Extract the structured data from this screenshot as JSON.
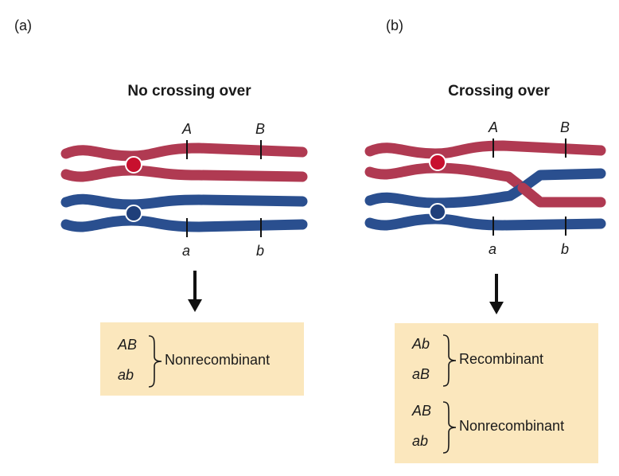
{
  "panels": [
    {
      "letter": "(a)",
      "title": "No crossing over",
      "top_genes": [
        "A",
        "B"
      ],
      "bottom_genes": [
        "a",
        "b"
      ],
      "results": [
        {
          "genotypes": [
            "AB",
            "ab"
          ],
          "label": "Nonrecombinant"
        }
      ]
    },
    {
      "letter": "(b)",
      "title": "Crossing over",
      "top_genes": [
        "A",
        "B"
      ],
      "bottom_genes": [
        "a",
        "b"
      ],
      "results": [
        {
          "genotypes": [
            "Ab",
            "aB"
          ],
          "label": "Recombinant"
        },
        {
          "genotypes": [
            "AB",
            "ab"
          ],
          "label": "Nonrecombinant"
        }
      ]
    }
  ],
  "colors": {
    "red_chromosome": "#b03a52",
    "red_centromere": "#c8102e",
    "blue_chromosome": "#2a4f8f",
    "blue_centromere": "#1f3f7a",
    "result_box": "#fbe7bd",
    "marker": "#111111"
  }
}
